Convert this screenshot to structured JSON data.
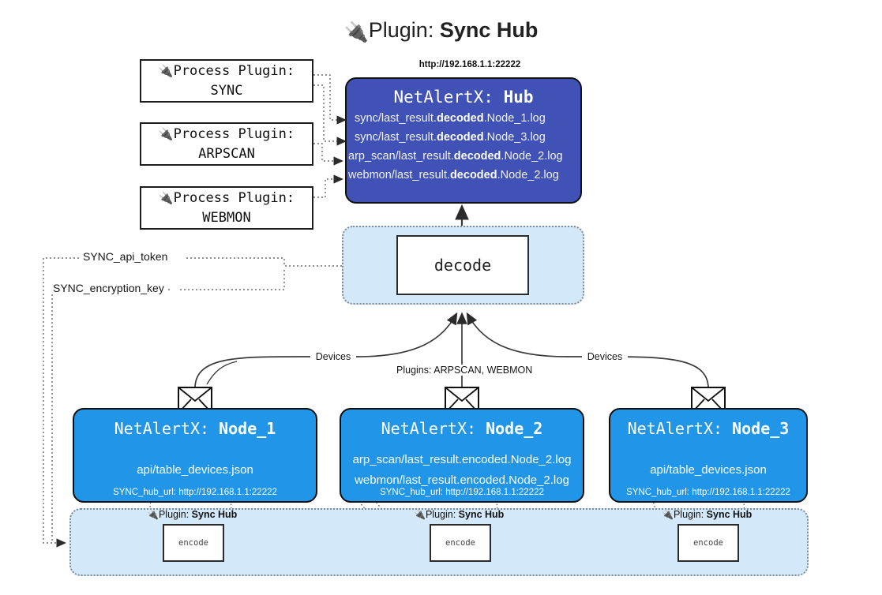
{
  "title": {
    "icon": "plug-icon",
    "lead": "Plugin: ",
    "name": "Sync Hub"
  },
  "process_plugins": [
    {
      "line1": "Process Plugin:",
      "line2": "SYNC",
      "icon": "plug-icon"
    },
    {
      "line1": "Process Plugin:",
      "line2": "ARPSCAN",
      "icon": "plug-icon"
    },
    {
      "line1": "Process Plugin:",
      "line2": "WEBMON",
      "icon": "plug-icon"
    }
  ],
  "hub": {
    "url": "http://192.168.1.1:22222",
    "title_prefix": "NetAlertX: ",
    "title_name": "Hub",
    "logs": [
      {
        "pre": "sync/last_result.",
        "em": "decoded",
        "post": ".Node_1.log"
      },
      {
        "pre": "sync/last_result.",
        "em": "decoded",
        "post": ".Node_3.log"
      },
      {
        "pre": "arp_scan/last_result.",
        "em": "decoded",
        "post": ".Node_2.log"
      },
      {
        "pre": "webmon/last_result.",
        "em": "decoded",
        "post": ".Node_2.log"
      }
    ]
  },
  "decode": {
    "label": "decode"
  },
  "settings": {
    "api_token": "SYNC_api_token",
    "encryption_key": "SYNC_encryption_key"
  },
  "edges": {
    "devices_left": "Devices",
    "devices_right": "Devices",
    "plugins_center": "Plugins: ARPSCAN, WEBMON"
  },
  "nodes": [
    {
      "title_prefix": "NetAlertX: ",
      "title_name": "Node_1",
      "lines": [
        "api/table_devices.json"
      ],
      "footer": "SYNC_hub_url: http://192.168.1.1:22222",
      "envelope_icon": "envelope-icon"
    },
    {
      "title_prefix": "NetAlertX: ",
      "title_name": "Node_2",
      "lines": [
        "arp_scan/last_result.encoded.Node_2.log",
        "webmon/last_result.encoded.Node_2.log"
      ],
      "footer": "SYNC_hub_url: http://192.168.1.1:22222",
      "envelope_icon": "envelope-icon"
    },
    {
      "title_prefix": "NetAlertX: ",
      "title_name": "Node_3",
      "lines": [
        "api/table_devices.json"
      ],
      "footer": "SYNC_hub_url: http://192.168.1.1:22222",
      "envelope_icon": "envelope-icon"
    }
  ],
  "encoders": [
    {
      "plugin_lead": "Plugin: ",
      "plugin_name": "Sync Hub",
      "label": "encode",
      "icon": "plug-icon"
    },
    {
      "plugin_lead": "Plugin: ",
      "plugin_name": "Sync Hub",
      "label": "encode",
      "icon": "plug-icon"
    },
    {
      "plugin_lead": "Plugin: ",
      "plugin_name": "Sync Hub",
      "label": "encode",
      "icon": "plug-icon"
    }
  ],
  "colors": {
    "hub_blue": "#4052b5",
    "node_blue": "#2196e8",
    "container_blue": "#d3e8f8",
    "line": "#3a3a3a"
  }
}
